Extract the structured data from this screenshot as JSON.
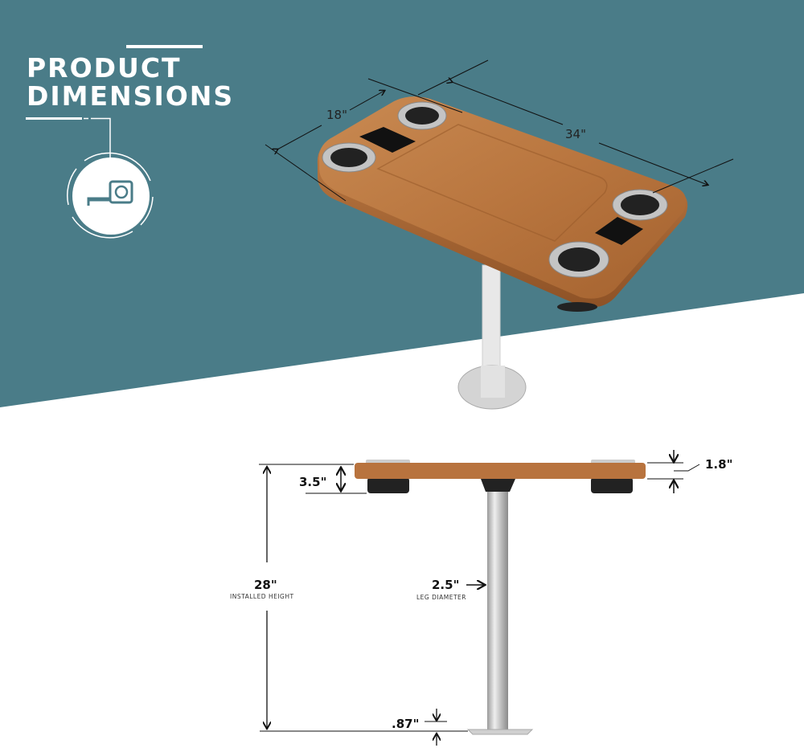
{
  "heading": {
    "line1": "PRODUCT",
    "line2": "DIMENSIONS"
  },
  "icon": "tape-measure-icon",
  "colors": {
    "teal": "#4a7c88",
    "wood": "#b8743f",
    "wood_dark": "#8d5328",
    "white": "#ffffff"
  },
  "top_view": {
    "width_label": "18\"",
    "length_label": "34\""
  },
  "side_view": {
    "thickness_label": "1.8\"",
    "cupholder_depth_label": "3.5\"",
    "height_label": "28\"",
    "height_caption": "INSTALLED HEIGHT",
    "leg_label": "2.5\"",
    "leg_caption": "LEG DIAMETER",
    "base_label": ".87\""
  }
}
